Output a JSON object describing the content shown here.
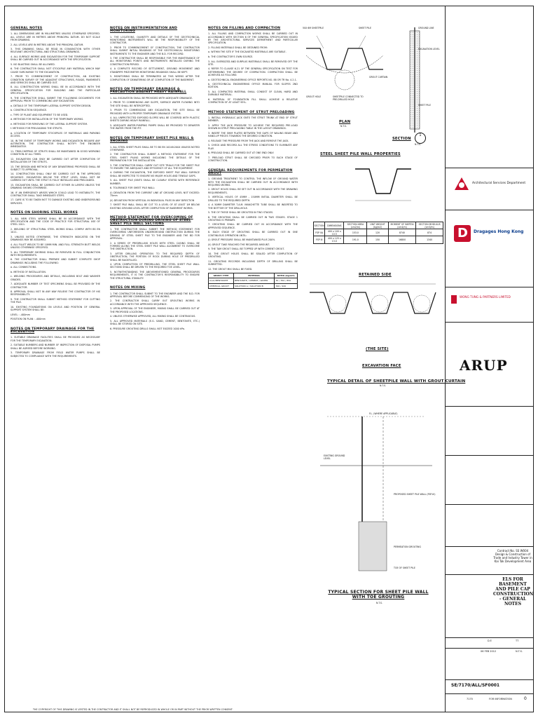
{
  "col1": {
    "general_title": "GENERAL NOTES",
    "general_items": [
      "1. ALL DIMENSIONS ARE IN MILLIMETRES UNLESS OTHERWISE SPECIFIED. ALL LEVELS ARE IN METRES ABOVE PRINCIPAL DATUM. DO NOT SCALE FROM DRAWING.",
      "2. ALL LEVELS ARE IN METRES ABOVE THE PRINCIPAL DATUM.",
      "3. THIS DRAWING SHALL BE READ IN CONJUNCTION WITH OTHER RELEVANT ARCHITECTURAL AND STRUCTURAL DRAWINGS.",
      "4. ALL SURFACE WORKS AND EXCAVATION FOR THE TEMPORARY SUPPORT SHALL BE CARRIED OUT IN ACCORDANCE WITH THE SPECIFICATION.",
      "5. NO BLASTING SHALL BE ALLOWED.",
      "6. THE CONTRACTOR SHALL NOT STOCKPILE ANY MATERIAL WHICH MAY CAUSE SURCHARGE TO THE EXCAVATION.",
      "7. PRIOR TO COMMENCEMENT OF CONSTRUCTION, AN EXISTING CONDITION SURVEY OF THE ADJACENT STRUCTURES, ROADS, PAVEMENTS AND SERVICES SHALL BE CARRIED OUT.",
      "8. ALL CONSTRUCTION WORKS SHALL BE IN ACCORDANCE WITH THE GENERAL SPECIFICATION FOR BUILDING AND THE PARTICULAR SPECIFICATION.",
      "9. THE CONTRACTOR SHALL SUBMIT THE FOLLOWING DOCUMENTS FOR APPROVAL PRIOR TO COMMENCING ANY EXCAVATION:",
      "a. DETAILS OF THE TEMPORARY LATERAL SUPPORT SYSTEM DESIGN.",
      "b. CONSTRUCTION SEQUENCE.",
      "c. TYPE OF PLANT AND EQUIPMENT TO BE USED.",
      "d. METHODS FOR INSTALLATION OF THE TEMPORARY WORKS.",
      "e. METHODS FOR REMOVING OF THE LATERAL SUPPORT SYSTEM.",
      "f. METHODS FOR PRELOADING THE STRUTS.",
      "g. LOCATION OF TEMPORARY STOCKPILES OF MATERIALS AND PARKING ACCESS.",
      "10. IN THE EVENT OF TEMPORARY WORKS AND EXCAVATION REQUIRE ANY ALTERATION, THE CONTRACTOR SHALL NOTIFY THE ENGINEER IMMEDIATELY.",
      "11. TRIM-CHIPPING OF STRUTS SHALL BE MAINTAINED IN GOOD WORKING CONDITION AT ALL TIMES.",
      "12. EXCAVATION CAN ONLY BE CARRIED OUT AFTER COMPLETION OF INSTALLATION OF THE STRUTS.",
      "13. THE DESIGN AND METHOD OF ANY DEWATERING PROPOSED SHALL BE SUBJECT TO APPROVAL.",
      "14. CONSTRUCTION SHALL ONLY BE CARRIED OUT IN THE APPROVED SEQUENCE. EXCAVATION BELOW THE STRUT LEVEL SHALL NOT BE CARRIED OUT UNTIL THE STRUT IS FULLY INSTALLED AND PRELOADED.",
      "15. EXCAVATION SHALL BE CARRIED OUT EITHER IN LAYERS UNLESS THE DRAWING SHOWS OTHERWISE.",
      "16. IF AN EMERGENCY ARISES WHICH COULD LEAD TO INSTABILITY, THE CONTRACTOR SHALL TAKE IMMEDIATE STEPS.",
      "17. CARE IS TO BE TAKEN NOT TO DAMAGE EXISTING AND UNDERGROUND SERVICES."
    ],
    "steel_title": "NOTES ON SHORING STEEL WORKS",
    "steel_items": [
      "1. ALL NEW STEEL WORKS SHALL BE IN ACCORDANCE WITH THE SPECIFICATION AND THE CODE OF PRACTICE FOR STRUCTURAL USE OF STEEL 2011.",
      "2. WELDING OF STRUCTURAL STEEL WORKS SHALL COMPLY WITH BS EN 1011.",
      "3. UNLESS NOTED OTHERWISE, THE STRENGTH INDICATED ON THE DRAWINGS MAY BE ASSUMED.",
      "4. ALL FILLET WELDS TO BE 10MM MIN. AND FULL STRENGTH BUTT WELDS UNLESS OTHERWISE SPECIFIED.",
      "5. ALL TEMPORARY SHORING SHALL BE REMOVED IN FULL CONJUNCTION WITH REQUIREMENTS.",
      "6. THE CONTRACTOR SHALL PREPARE AND SUBMIT COMPLETE SHOP DRAWINGS INCLUDING THE FOLLOWING:",
      "a. ALL CONNECTIONS.",
      "b. METHOD OF INSTALLATION.",
      "c. WELDING PROCEDURES AND DETAILS, INCLUDING BOLT AND WASHER GRADES.",
      "7. ADEQUATE NUMBER OF TEST SPECIMENS SHALL BE PROVIDED BY THE CONTRACTOR.",
      "8. APPROVAL SHALL NOT IN ANY WAY RELIEVE THE CONTRACTOR OF HIS RESPONSIBILITY.",
      "9. THE CONTRACTOR SHALL SUBMIT METHOD STATEMENT FOR CUTTING THE PILE.",
      "10. EXISTING FOUNDATIONS ON LEVELS AND POSITION OF GENERAL SUPPORT SYSTEM SHALL BE:"
    ],
    "levels": [
      "LEVEL :  -400mm",
      "POSITION ON PLAN :  -400mm"
    ],
    "excav_title": "NOTES ON TEMPORARY DRAINAGE FOR THE EXCAVATION",
    "excav_items": [
      "1. SUITABLE DRAINAGE FACILITIES SHALL BE PROVIDED AS NECESSARY FOR THE TEMPORARY EXCAVATION.",
      "2. SUITABLE NUMBERS AND NUMBER OF INSPECTION OF DISPOSAL PUMPS SHALL BE AGREED BEFORE WORKING.",
      "3. TEMPORARY DRAINAGE FROM FIELD WATER PUMPS SHALL BE SUBJECTED TO COMPLIANCE WITH THE REQUIREMENTS."
    ]
  },
  "col2": {
    "instr_title": "NOTES ON INSTRUMENTATION AND MONITORING",
    "instr_items": [
      "1. THE LOCATIONS, QUANTITY AND DETAILS OF THE GEOTECHNICAL MONITORING INSTRUMENTS WILL BE THE RESPONSIBILITY OF THE CONTRACTOR.",
      "2. PRIOR TO COMMENCEMENT OF CONSTRUCTION, THE CONTRACTOR SHALL SUBMIT INITIAL READINGS OF THE GEOTECHNICAL MONITORING INSTRUMENTS TO THE ENGINEER AND THE B.D. FOR RECORD.",
      "3. THE CONTRACTOR SHALL BE RESPONSIBLE FOR THE MAINTENANCE OF ALL MONITORING POINTS AND INSTRUMENTS INSTALLED DURING THE CONSTRUCTION PERIOD.",
      "4. A COMPLETE RECORD OF SETTLEMENT, GROUND MOVEMENT AND STANDPIPE PIEZOMETER MONITORING READINGS SHALL BE KEPT.",
      "5. MONITORING SHALL BE TERMINATED AS THIS WEEKS AFTER THE COMPLETION OF DEWATERING OR AT COMPLETION OF THE BASEMENT."
    ],
    "drain_title": "NOTES ON TEMPORARY DRAINAGE & PRECAUTION AGAINST HEAVY RAINFALL",
    "drain_items": [
      "1. ALL EXCAVATION SHALL BE PROVIDED WITH ADEQUATE DRAINAGE.",
      "2. PRIOR TO COMMENCING ANY SLOPE, SURFACE WATER FLOWING INTO THE SITE SHALL BE INTERCEPTED.",
      "3. PRIOR TO COMMENCING ANY EXCAVATION, THE SITE SHALL BE PROVIDED WITH A PROPER TEMPORARY DRAINAGE SYSTEM.",
      "4. ALL UNPROTECTED EXPOSED SLOPES WILL BE COVERED WITH PLASTIC SHEETS DURING HEAVY RAINFALL.",
      "5. ADEQUATE WATER-PUMPING PUMPS SHALL BE PROVIDED TO DEWATER THE WATER FROM THE PIT."
    ],
    "sheet_title": "NOTES ON TEMPORARY SHEET PILE WALL & SHORING",
    "sheet_items": [
      "1. ALL STEEL SHEET PILES SHALL BE TO BS EN 10248:2004 UNLESS NOTED OTHERWISE.",
      "2. THE CONTRACTOR SHALL SUBMIT A METHOD STATEMENT FOR THE STEEL SHEET PILING WORKS INCLUDING THE DETAILS OF THE PREPARATION FOR THE INSTALLATION.",
      "3. THE CONTRACTOR SHALL CARRY OUT SITE TRIALS FOR THE SHEET PILE TO ENSURE THE ADEQUACY AND EFFICIENCY OF ALL THE EQUIPMENT.",
      "4. DURING THE EXCAVATION, THE EXPOSED SHEET PILE WALL SURFACE SHALL BE INSPECTED TO ENSURE NO MAJOR HOLES AND TENSILE GAPS.",
      "5. ALL SHEET PILE JOINTS SHALL BE CLEARLY STATED WITH REFERENCE NUMBER.",
      "6. TOLERANCE FOR SHEET PILE WALL:",
      "(i) DEVIATION FROM THE CURRENT LINE AT GROUND LEVEL NOT EXCEED: 75mm",
      "(ii) DEVIATION FROM VERTICAL IN INDIVIDUAL PILES IN ANY DIRECTION",
      "7. SHEET PILE WALL SHALL BE CUT TO A LEVEL OF AT LEAST 1M BELOW EXISTING GROUND LEVEL AFTER COMPLETION OF BASEMENT WORKS."
    ],
    "method_title": "METHOD STATEMENT FOR OVERCOMING OF OBSTRUCTION DURING DRIVING OF STEEL SHEET PILE WALL SECTIONS",
    "method_items": [
      "1. THE CONTRACTOR SHALL SUBMIT THE METHOD STATEMENT FOR OVERCOMING UNFORESEEN UNDERGROUND OBSTRUCTION DURING THE DRIVING OF STEEL SHEET PILE TO THE ENGINEER AND THE BD FOR APPROVAL.",
      "2. A SERIES OF PREDRILLING HOLES WITH STEEL CASING SHALL BE FORMED ALONG THE STEEL SHEET PILE WALL ALIGNMENT TO OVERCOME THE OBSTRUCTION.",
      "3. AFTER DRILLING OPERATION TO THE REQUIRED DEPTH OF OBSTRUCTION, THE PORTION OF ROCK DURING HOLE OF PREDRILLED SHALL BE BACKFILLED.",
      "4. UPON COMPLETION OF PREDRILLING, THE STEEL SHEET PILE WALL SECTIONS SHALL BE DRIVEN TO THE REQUIRED TOE LEVEL.",
      "5. NOTWITHSTANDING THE ABOVEMENTIONED GENERAL PROCEDURES REQUIREMENTS, IT IS THE CONTRACTOR'S RESPONSIBILITY TO ENSURE THE STRUCTURAL STABILITY."
    ],
    "noise_title": "NOTES ON MIXING",
    "noise_items": [
      "1. THE CONTRACTOR SHALL SUBMIT TO THE ENGINEER AND THE B.D. FOR APPROVAL BEFORE COMMENCING OF THE WORKS.",
      "2. THE CONTRACTOR SHALL CARRY OUT GROUTING WORKS IN ACCORDANCE WITH THE APPROVED SEQUENCE.",
      "3. UPON APPROVAL OF THE ENGINEER, MIXING SHALL BE CARRIED OUT AT THE PROPOSED LOCATIONS.",
      "4. UNLESS OTHERWISE APPROVED, ALL MIXING SHALL BE CONTINUOUS.",
      "5. ALL APPROVED MATERIALS (E.G. SAND, CEMENT, BENTONITE, ETC.) SHALL BE STORED ON SITE.",
      "6. PRESSURE GROUTING DRILLS SHALL NOT EXCEED 1000 kPa."
    ]
  },
  "col3": {
    "fill_title": "NOTES ON FILLING AND COMPACTION",
    "fill_items": [
      "1. ALL FILLING AND COMPACTION WORKS SHALL BE CARRIED OUT IN ACCORDANCE WITH SECTION 6 OF THE GENERAL SPECIFICATION ISSUED BY THE ARCHITECTURAL SERVICES DEPARTMENT AND PARTICULAR SPECIFICATION.",
      "2. FILLING MATERIALS SHALL BE OBTAINED FROM:",
      "a. WITHIN THE SITE IF THE EXCAVATED MATERIALS ARE SUITABLE.",
      "b. THE CONTRACTOR'S OWN SOURCE.",
      "3. ALL OVERSIZED AND SURPLUS MATERIALS SHALL BE REMOVED OFF THE SITE.",
      "4. REFER TO CLAUSE 6.21 OF THE GENERAL SPECIFICATION ON TEST FOR DETERMINING THE DEGREE OF COMPACTION. COMPACTION SHALL BE ACHIEVED AS FOLLOWS:",
      "a. GEOTECHNICAL ENGINEERING OFFICE REPORTS NO. 88 OR TR No. 4.2.1.",
      "b. GEOTECHNICAL ENGINEERING OFFICE MANUAL FOR SLOPES 2ND EDITION.",
      "5. ALL COMPACTED MATERIAL SHALL CONSIST OF CLEAN, HARD AND DURABLE MATERIAL.",
      "6. MATERIAL OF FOUNDATION FILL SHALL ACHIEVE A RELATIVE COMPACTION OF AT LEAST 95%."
    ],
    "strut_title": "METHOD STATEMENT OF STRUT PRELOADING",
    "strut_items": [
      "1. INSTALL HYDRAULIC JACK ONTO THE STRUT TRUNK AT END OF STRUT MEMBER.",
      "2. APPLY THE JACK PRESSURE TO ACHIEVE THE REQUIRED PRE-LOAD SHOWN IN STRUT PRELOADING TABLE IN THE LAYOUT DRAWINGS.",
      "3. INSERT THE SHIM PLATES BETWEEN THE GAPS OF WALING BEAM AND HAND-UP PIECES TOWARDS THE DESIRED CONDITION.",
      "4. RELEASE THE PRESSURE FROM THE JACK AND REMOVE THE JACK.",
      "5. CHECK AND RECORD ALL THE STRESS CONDITIONS TO ELIMINATE ANY PLAY.",
      "6. PRELOAD SHALL BE CARRIED OUT AT ONE END ONLY.",
      "7. PRELOAD STRUT SHALL BE CHECKED PRIOR TO EACH STAGE OF CONSTRUCTION."
    ],
    "grout_title": "GENERAL REQUIREMENTS FOR PERMEATION GROUT",
    "grout_items": [
      "1. GROUND TREATMENT TO CONTROL THE INFLOW OF GROUND WATER INTO THE EXCAVATION SHALL BE CARRIED OUT IN ACCORDANCE WITH REQUIRED WORKS.",
      "2. GROUT HOLES SHALL BE SET OUT IN ACCORDANCE WITH THE DRAWING REQUIREMENTS.",
      "3. VERTICAL HOLES OF 45MM - 150MM INITIAL DIAMETER SHALL BE DRILLED TO THE REQUIRED DEPTH.",
      "4. A 50MM DIAMETER T.A.M. MANCHETTE TUBE SHALL BE INSERTED TO THE BOTTOM OF THE DRILLHOLE.",
      "5. THE OF THESE SHALL BE GROUTED IN TWO STAGES.",
      "6. THE GROUTING SHALL BE CARRIED OUT IN TWO STAGES. STAGE 1 GROUTING IS PRIMARY.",
      "7. GROUTING SHALL BE CARRIED OUT IN ACCORDANCE WITH THE APPROVED SEQUENCE.",
      "8. EACH STAGE OF GROUTING SHALL BE CARRIED OUT IN ONE CONTINUOUS OPERATION UNTIL:",
      "(i) GROUT PRESSURE SHALL BE MAINTAINED PLUS 200%",
      "(ii) GROUT TAKE REACHED THE REQUIRED AMOUNT.",
      "9. THE TAM GROUT SHALL BE TOPPED UP WITH CEMENT GROUT.",
      "10. THE GROUT HOLES SHALL BE SEALED AFTER COMPLETION OF GROUTING.",
      "11. GROUTING RECORDS INCLUDING DEPTH OF DRILLING SHALL BE SUBMITTED.",
      "12. THE GROUT MIX SHALL BE FIXED."
    ],
    "grout_table": {
      "headers": [
        "GROUT TYPE",
        "MATERIAL",
        "RATIO (kg/m3)"
      ],
      "rows": [
        [
          "CLAY/BENTONITE",
          "BENTONITE / CEMENT / WATER",
          "30 / 350 / 850"
        ],
        [
          "CHEMICAL GROUT",
          "SOLUTION A / SOLUTION B",
          "340 / 420"
        ]
      ]
    }
  },
  "figures": {
    "plan_title": "PLAN",
    "plan_scale": "N.T.S.",
    "plan_labels": [
      "50X 6M SHEETPILE",
      "SHEET PILE",
      "GROUT CURTAIN",
      "GROUT HOLE",
      "SHEETPILE CONNECTED TO PRE-DRILLED HOLE"
    ],
    "section_title": "SECTION",
    "section_number": "1",
    "section_scale": "N.T.S.",
    "section_labels": [
      "GROUND LINE",
      "EXCAVATION LEVEL",
      "SHEET PILE"
    ],
    "props_title": "STEEL SHEET PILE WALL PROPERTIES",
    "props_headers": [
      "SECTION",
      "DIMENSIONS",
      "SECTION AREA (cm2/m)",
      "UNIT WEIGHT (kg/m2)",
      "MOMENT OF INERTIA (cm4/m)",
      "SECTION MODULUS (cm3/m)"
    ],
    "props_rows": [
      [
        "FSP IIA",
        "400 x 100 x 10.5",
        "153.0",
        "120",
        "8740",
        "874"
      ],
      [
        "FSP III",
        "400 x 125 x 13.0",
        "191.0",
        "150",
        "16800",
        "1340"
      ]
    ],
    "retained_label": "RETAINED SIDE",
    "excav_label": "EXCAVATION FACE",
    "site_label": "(THE SITE)",
    "detail_title": "TYPICAL DETAIL OF SHEETPILE WALL WITH GROUT CURTAIN",
    "detail_scale": "N.T.S.",
    "grout_section_title": "TYPICAL SECTION FOR SHEET PILE WALL WITH TOE GROUTING",
    "grout_section_scale": "N.T.S.",
    "grout_section_labels": [
      "F.L. (WHERE APPLICABLE)",
      "EXISTING GROUND LEVEL",
      "PROPOSED SHEET PILE WALL (FSP-III)",
      "PERMEATION GROUTING",
      "TOE OF SHEET PILE"
    ]
  },
  "titleblock": {
    "client_dept": "Architectural Services Department",
    "contractor": "Dragages Hong Kong",
    "engineer": "WONG TUNG & PARTNERS LIMITED",
    "arup": "ARUP",
    "contract_info": "Contract No. SS W004 Design & Construction of Trade and Industry Tower in Kai Tak Development Area",
    "drawing_title": "ELS FOR BASEMENT AND PILE CAP CONSTRUCTION - GENERAL NOTES",
    "drawn_by": "D.F.",
    "checked_by": "TT",
    "date": "06 FEB 2012",
    "scale": "N.T.S.",
    "drawing_no": "SE/7170/ALL/SF0001",
    "revision": "0",
    "job_no": "7170",
    "status": "FOR INFORMATION"
  },
  "footer": "THE COPYRIGHT OF THIS DRAWING IS VESTED IN THE CONTRACTOR AND IT SHALL NOT BE REPRODUCED IN WHOLE OR IN PART WITHOUT THE PRIOR WRITTEN CONSENT."
}
